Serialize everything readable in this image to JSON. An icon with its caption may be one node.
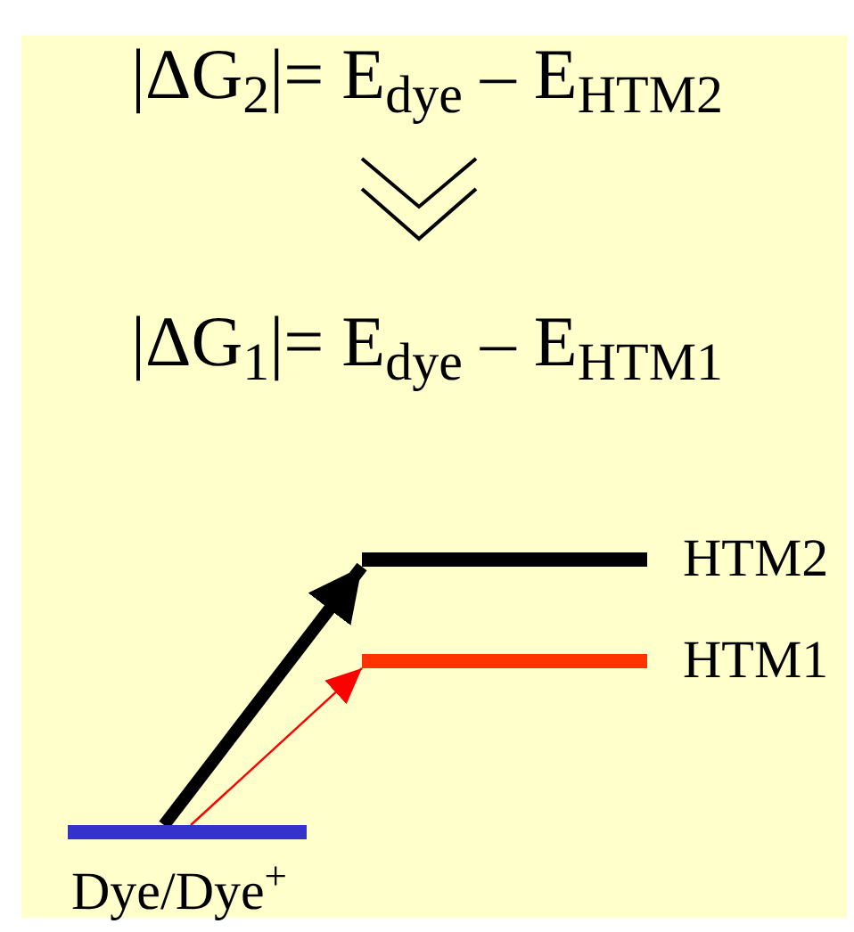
{
  "diagram": {
    "nodes": [
      {
        "text": [],
        "shape": "bar",
        "beside": [
          "HTM2"
        ]
      },
      {
        "text": [],
        "shape": "bar",
        "beside": [
          "HTM1"
        ]
      },
      {
        "text": [],
        "shape": "bar",
        "beside": [
          "Dye/Dye$^{+}$"
        ]
      }
    ],
    "edges": [
      {
        "from": 2,
        "to": 0,
        "arrow": "to",
        "style": "thick"
      },
      {
        "from": 2,
        "to": 1,
        "arrow": "to",
        "color": "#ff0000"
      }
    ],
    "labels": [
      "|ΔG$_{2}$|= E$_{dye}$ – E$_{HTM2}$",
      "|ΔG$_{1}$|= E$_{dye}$ – E$_{HTM1}$"
    ]
  }
}
